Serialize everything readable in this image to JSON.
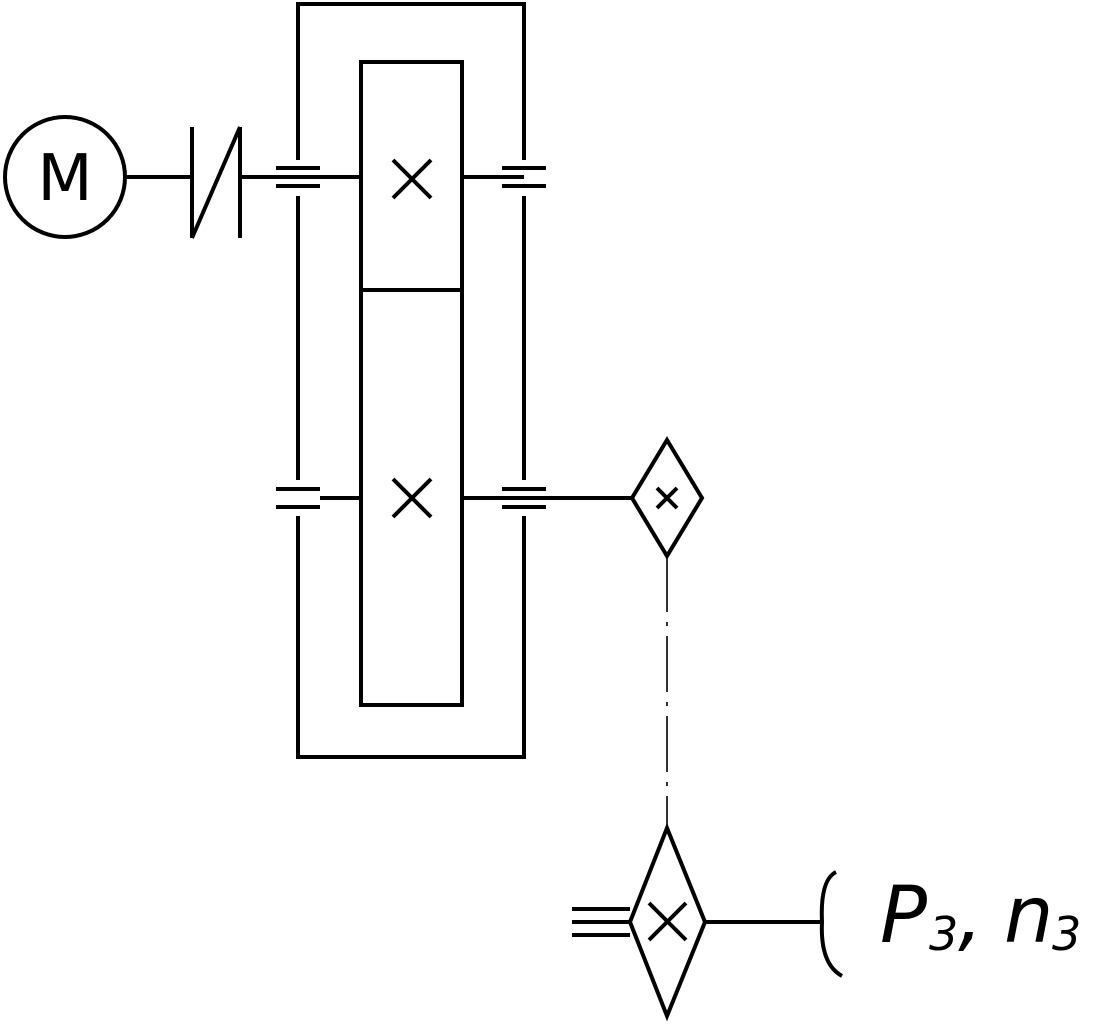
{
  "motor": {
    "letter": "M"
  },
  "output": {
    "power_symbol": "P",
    "power_index": "3",
    "separator": ",",
    "speed_symbol": "n",
    "speed_index": "3"
  }
}
